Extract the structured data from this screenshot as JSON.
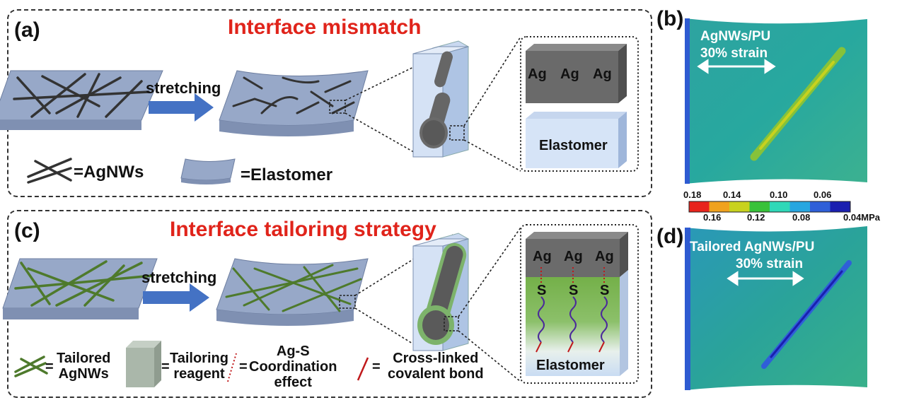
{
  "panel_a": {
    "label": "(a)",
    "title": "Interface mismatch",
    "arrow_label": "stretching",
    "zoom_top": [
      "Ag",
      "Ag",
      "Ag"
    ],
    "zoom_bottom": "Elastomer",
    "legend_agnws": "=AgNWs",
    "legend_elastomer": "=Elastomer"
  },
  "panel_c": {
    "label": "(c)",
    "title": "Interface tailoring strategy",
    "arrow_label": "stretching",
    "zoom_ag": [
      "Ag",
      "Ag",
      "Ag"
    ],
    "zoom_s": [
      "S",
      "S",
      "S"
    ],
    "zoom_bottom": "Elastomer",
    "legend": {
      "tailored_l1": "Tailored",
      "tailored_l2": "AgNWs",
      "reagent_l1": "Tailoring",
      "reagent_l2": "reagent",
      "coord_l1": "Ag-S",
      "coord_l2": "Coordination",
      "coord_l3": "effect",
      "bond_l1": "Cross-linked",
      "bond_l2": "covalent bond"
    }
  },
  "panel_b": {
    "label": "(b)",
    "text_l1": "AgNWs/PU",
    "text_l2": "30% strain"
  },
  "panel_d": {
    "label": "(d)",
    "text_l1": "Tailored AgNWs/PU",
    "text_l2": "30% strain"
  },
  "colorbar": {
    "top_ticks": [
      "0.18",
      "0.14",
      "0.10",
      "0.06"
    ],
    "bottom_ticks": [
      "0.16",
      "0.12",
      "0.08",
      "0.04MPa"
    ],
    "colors": [
      "#e8231c",
      "#f0a21e",
      "#c8d21e",
      "#38c23a",
      "#2fd8b8",
      "#27a6e0",
      "#2f5fd8",
      "#1a1fb0"
    ]
  },
  "colors": {
    "title_red": "#e0241b",
    "film": "#97a8c8",
    "wire_dark": "#333333",
    "wire_green": "#4e7a2c",
    "arrow_blue": "#4472c4"
  }
}
